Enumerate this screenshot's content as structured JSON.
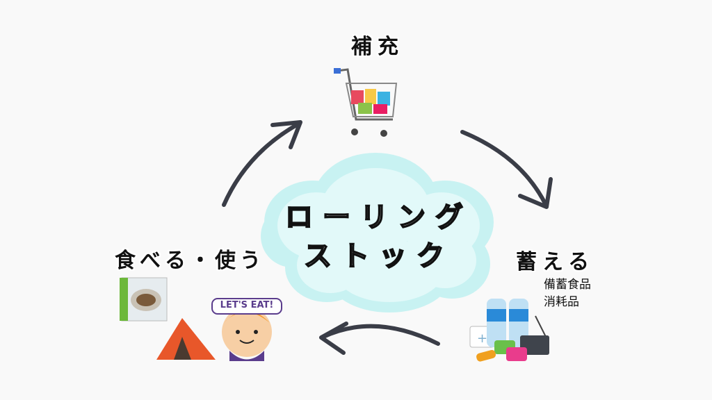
{
  "center": {
    "line1": "ローリング",
    "line2": "ストック"
  },
  "stages": {
    "replenish": {
      "title": "補充"
    },
    "store": {
      "title": "蓄える",
      "items": [
        "備蓄食品",
        "消耗品"
      ]
    },
    "use": {
      "title": "食べる・使う",
      "sign": "LET'S EAT!"
    }
  },
  "colors": {
    "cloud_outer": "#c8f2f2",
    "cloud_inner": "#e2f9f9",
    "arrow": "#3a3d47",
    "background": "#f9f9f9"
  }
}
